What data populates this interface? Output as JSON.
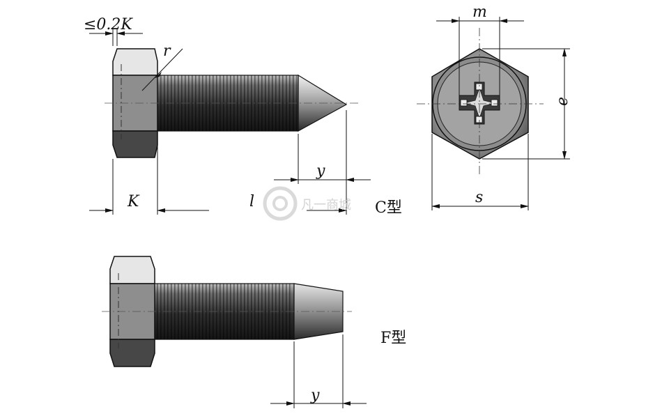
{
  "labels": {
    "k_tol": "≤0.2K",
    "r": "r",
    "m": "m",
    "e": "e",
    "s": "s",
    "k": "K",
    "l": "l",
    "y": "y",
    "type_c": "C型",
    "type_f": "F型"
  },
  "watermark": {
    "text": "凡一商城"
  },
  "colors": {
    "outline": "#111111",
    "thread_dark": "#2f2f2f",
    "head_light": "#e4e4e4",
    "head_mid": "#9a9a9a",
    "head_dark": "#4a4a4a"
  }
}
